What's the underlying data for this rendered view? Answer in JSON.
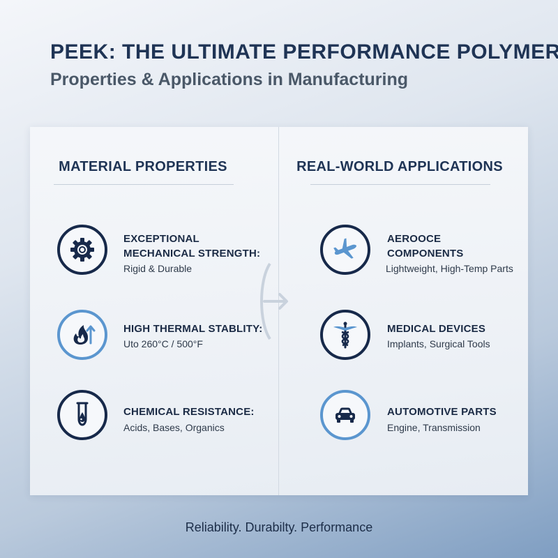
{
  "header": {
    "title": "PEEK: THE ULTIMATE PERFORMANCE POLYMER",
    "subtitle": "Properties & Applications in Manufacturing"
  },
  "properties": {
    "heading": "MATERIAL PROPERTIES",
    "items": [
      {
        "icon": "gear-icon",
        "title_line1": "EXCEPTIONAL",
        "title_line2": "MECHANICAL STRENGTH:",
        "detail": "Rigid & Durable"
      },
      {
        "icon": "flame-arrow-icon",
        "title_line1": "HIGH THERMAL STABLITY:",
        "detail": "Uto 260°C / 500°F"
      },
      {
        "icon": "flask-drop-icon",
        "title_line1": "CHEMICAL RESISTANCE:",
        "detail": "Acids, Bases, Organics"
      }
    ]
  },
  "applications": {
    "heading": "REAL-WORLD APPLICATIONS",
    "items": [
      {
        "icon": "airplane-icon",
        "title_line1": "AEROOCE",
        "title_line2": "COMPONENTS",
        "detail": "Lightweight, High-Temp Parts"
      },
      {
        "icon": "caduceus-icon",
        "title_line1": "MEDICAL DEVICES",
        "detail": "Implants, Surgical Tools"
      },
      {
        "icon": "car-icon",
        "title_line1": "AUTOMOTIVE PARTS",
        "detail": "Engine, Transmission"
      }
    ]
  },
  "footer": {
    "tagline": "Reliability. Durabilty. Performance"
  },
  "colors": {
    "navy": "#17294a",
    "light_blue": "#5b96cf",
    "title": "#1f3455"
  }
}
